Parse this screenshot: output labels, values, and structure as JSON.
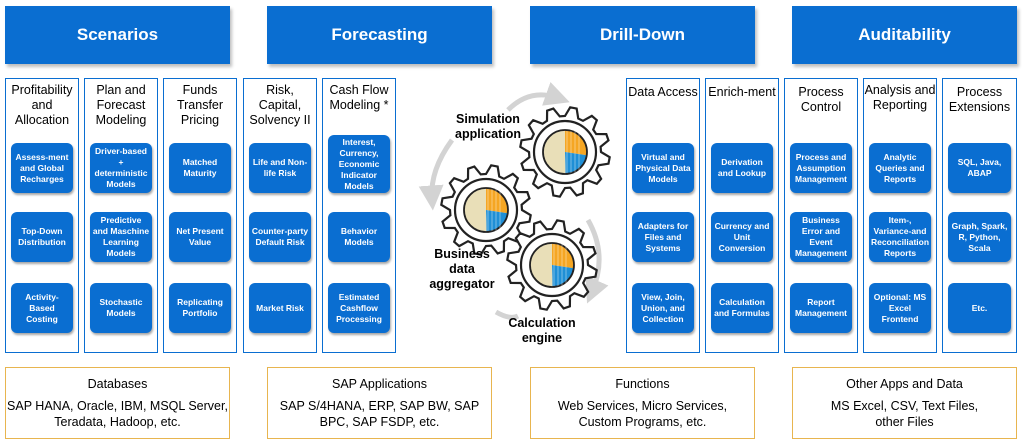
{
  "headers": [
    "Scenarios",
    "Forecasting",
    "Drill-Down",
    "Auditability"
  ],
  "columns": [
    {
      "title": "Profitability and Allocation",
      "items": [
        "Assess-ment and Global Recharges",
        "Top-Down Distribution",
        "Activity-Based Costing"
      ]
    },
    {
      "title": "Plan and Forecast Modeling",
      "items": [
        "Driver-based + deterministic Models",
        "Predictive and Maschine Learning Models",
        "Stochastic Models"
      ]
    },
    {
      "title": "Funds Transfer Pricing",
      "items": [
        "Matched Maturity",
        "Net Present Value",
        "Replicating Portfolio"
      ]
    },
    {
      "title": "Risk, Capital, Solvency II",
      "items": [
        "Life and Non-life Risk",
        "Counter-party Default Risk",
        "Market Risk"
      ]
    },
    {
      "title": "Cash Flow Modeling *",
      "items": [
        "Interest, Currency, Economic Indicator Models",
        "Behavior Models",
        "Estimated Cashflow Processing"
      ]
    },
    {
      "title": "Data Access",
      "items": [
        "Virtual and Physical Data Models",
        "Adapters for Files and Systems",
        "View, Join, Union, and Collection"
      ]
    },
    {
      "title": "Enrich-ment",
      "items": [
        "Derivation and Lookup",
        "Currency and Unit Conversion",
        "Calculation and Formulas"
      ]
    },
    {
      "title": "Process Control",
      "items": [
        "Process and Assumption Management",
        "Business Error and Event Management",
        "Report Management"
      ]
    },
    {
      "title": "Analysis and Reporting",
      "items": [
        "Analytic Queries and Reports",
        "Item-, Variance-and Reconciliation Reports",
        "Optional: MS Excel Frontend"
      ]
    },
    {
      "title": "Process Extensions",
      "items": [
        "SQL, Java, ABAP",
        "Graph, Spark, R, Python, Scala",
        "Etc."
      ]
    }
  ],
  "gears": {
    "simulation": "Simulation application",
    "aggregator": "Business data aggregator",
    "engine": "Calculation engine"
  },
  "bottom": [
    {
      "title": "Databases",
      "body": "SAP HANA, Oracle, IBM, MSQL Server, Teradata, Hadoop, etc."
    },
    {
      "title": "SAP Applications",
      "body": "SAP S/4HANA, ERP, SAP BW, SAP BPC, SAP FSDP, etc."
    },
    {
      "title": "Functions",
      "body": "Web Services, Micro Services, Custom Programs, etc."
    },
    {
      "title": "Other Apps and Data",
      "body": "MS Excel, CSV, Text Files, other Files"
    }
  ],
  "colors": {
    "accent": "#0a6ed1",
    "gold": "#e8b54f",
    "pie1": "#f5a623",
    "pie2": "#1f8fd6",
    "pie3": "#e9dfb8"
  }
}
